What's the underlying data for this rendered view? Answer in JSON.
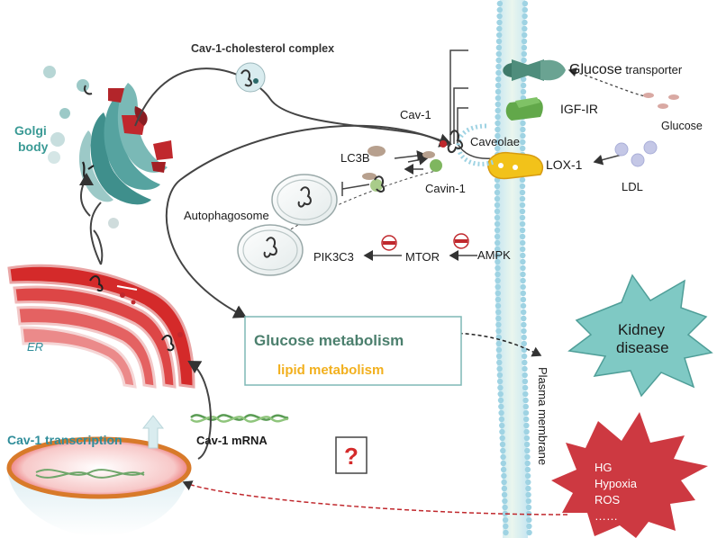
{
  "labels": {
    "golgi_line1": "Golgi",
    "golgi_line2": "body",
    "er": "ER",
    "cav_cholesterol": "Cav-1-cholesterol complex",
    "glucose_transporter_main": "Glucose",
    "glucose_transporter_suffix": " transporter",
    "igf_ir": "IGF-IR",
    "glucose": "Glucose",
    "cav1": "Cav-1",
    "caveolae": "Caveolae",
    "lc3b": "LC3B",
    "lox1": "LOX-1",
    "ldl": "LDL",
    "cavin1": "Cavin-1",
    "autophagosome": "Autophagosome",
    "pik3c3": "PIK3C3",
    "mtor": "MTOR",
    "ampk": "AMPK",
    "kidney_line1": "Kidney",
    "kidney_line2": "disease",
    "glucose_metabolism": "Glucose metabolism",
    "lipid_metabolism": "lipid metabolism",
    "plasma_membrane": "Plasma membrane",
    "cav1_transcription": "Cav-1 transcription",
    "cav1_mrna": "Cav-1 mRNA",
    "question": "?",
    "stress_1": "HG",
    "stress_2": "Hypoxia",
    "stress_3": "ROS",
    "stress_4": "……"
  },
  "colors": {
    "golgi": "#3f8f8c",
    "golgi_red": "#c0282d",
    "er_red": "#d42a2a",
    "membrane_bead": "#9fd3e3",
    "membrane_body": "#c9e4dd",
    "transporter": "#4f8d7c",
    "igf": "#62a84a",
    "lox": "#f2c21a",
    "kidney_fill": "#7fc9c4",
    "stress_fill": "#c8242c",
    "green_text": "#4b7f6d",
    "yellow_text": "#f2b01e",
    "nucleus_red": "#e02b2b",
    "nucleus_ring": "#e0702a",
    "question_red": "#d42a2a"
  }
}
